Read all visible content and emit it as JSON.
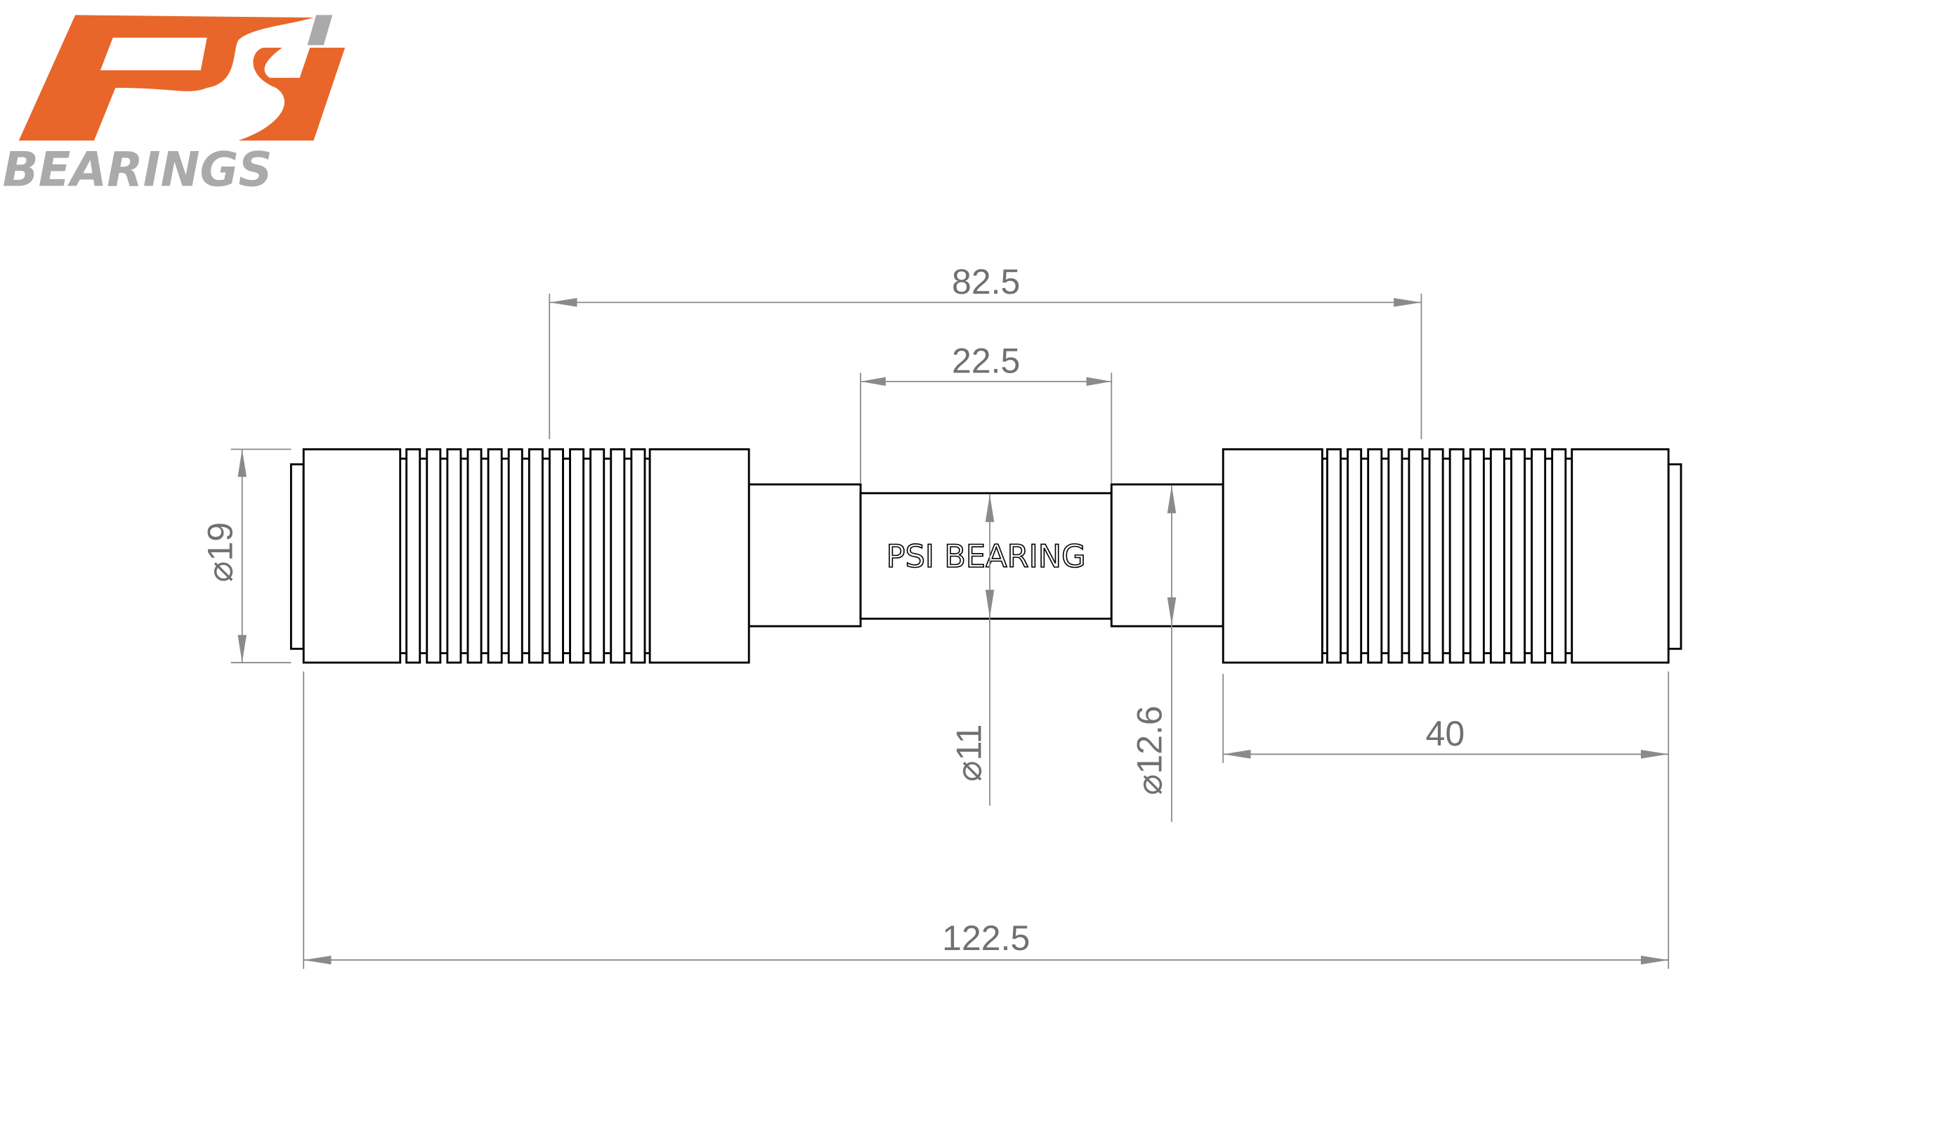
{
  "logo": {
    "brand": "PSi",
    "subtitle": "BEARINGS",
    "colors": {
      "orange": "#e8662a",
      "gray": "#aaaaaa"
    }
  },
  "part": {
    "engraving": "PSI BEARING",
    "ribs_per_body": 12
  },
  "dimensions": {
    "overall_length": "122.5",
    "center_distance": "82.5",
    "neck_length": "22.5",
    "body_length": "40",
    "body_diameter": "⌀19",
    "neck_diameter": "⌀11",
    "shaft_diameter": "⌀12.6"
  }
}
